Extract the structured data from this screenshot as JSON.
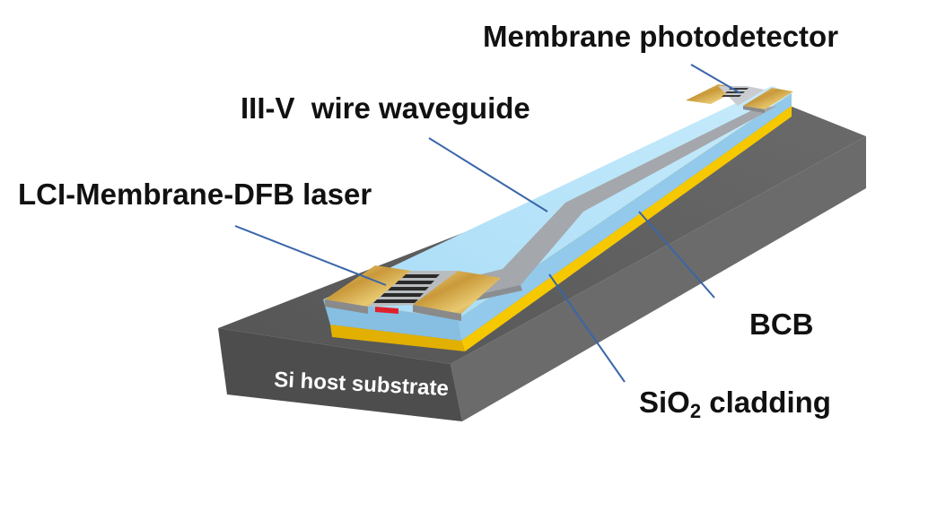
{
  "labels": {
    "photodetector": "Membrane photodetector",
    "waveguide": "III-V  wire waveguide",
    "laser": "LCI-Membrane-DFB laser",
    "bcb": "BCB",
    "sio2_prefix": "SiO",
    "sio2_sub": "2",
    "sio2_suffix": " cladding",
    "substrate": "Si host substrate"
  },
  "colors": {
    "substrate_top": "#5a5a5a",
    "substrate_front": "#4a4a4a",
    "substrate_side": "#6e6e6e",
    "bcb_gold": "#f5c400",
    "cladding_blue": "#9fd3f3",
    "waveguide_grey": "#a6a9ad",
    "contact_gold": "#d9b45a",
    "laser_red": "#e0202a",
    "leader_line": "#3a66a8"
  }
}
